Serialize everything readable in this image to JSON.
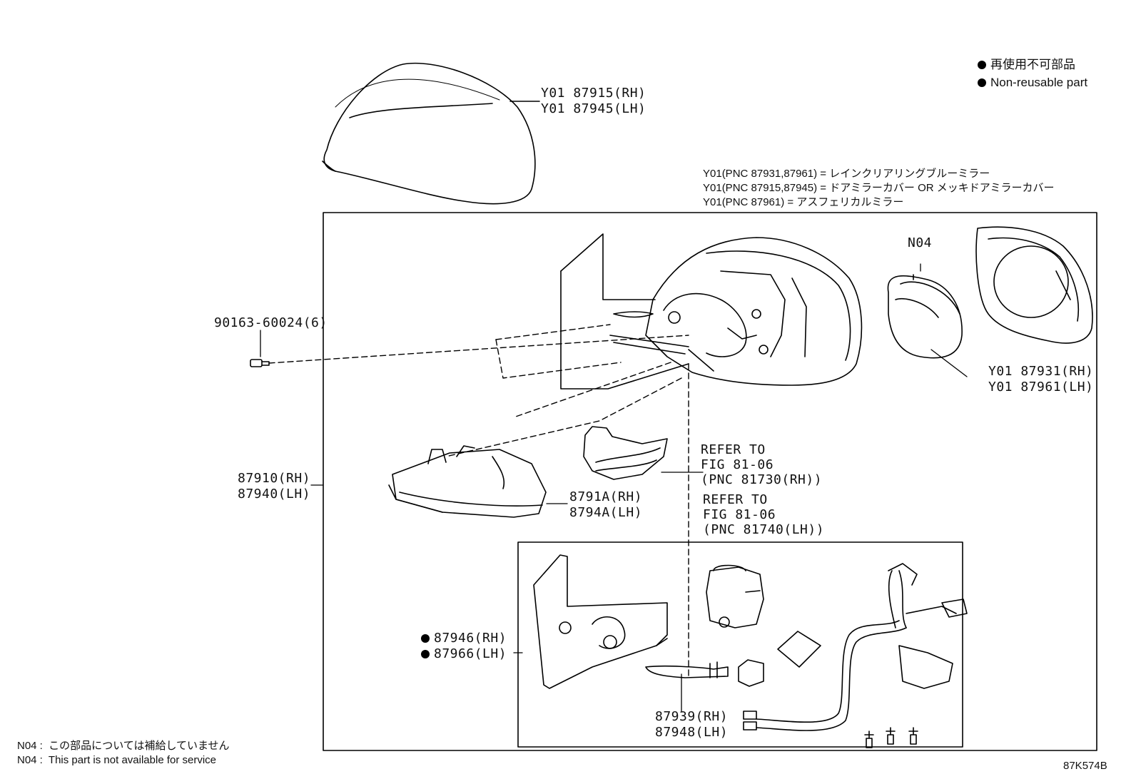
{
  "legend": {
    "jp": "再使用不可部品",
    "en": "Non-reusable part"
  },
  "variant_notes": [
    "Y01(PNC 87931,87961) = レインクリアリングブルーミラー",
    "Y01(PNC 87915,87945) = ドアミラーカバー OR メッキドアミラーカバー",
    "Y01(PNC 87961) = アスフェリカルミラー"
  ],
  "parts": {
    "cover_rh": "Y01 87915(RH)",
    "cover_lh": "Y01 87945(LH)",
    "screw": "90163-60024(6)",
    "mirror_assy_rh": "87910(RH)",
    "mirror_assy_lh": "87940(LH)",
    "lamp_rh": "8791A(RH)",
    "lamp_lh": "8794A(LH)",
    "n04": "N04",
    "glass_rh": "Y01 87931(RH)",
    "glass_lh": "Y01 87961(LH)",
    "refer1_l1": "REFER TO",
    "refer1_l2": "FIG 81-06",
    "refer1_l3": "(PNC 81730(RH))",
    "refer2_l1": "REFER TO",
    "refer2_l2": "FIG 81-06",
    "refer2_l3": "(PNC 81740(LH))",
    "gasket_rh": "87946(RH)",
    "gasket_lh": "87966(LH)",
    "lamp2_rh": "87939(RH)",
    "lamp2_lh": "87948(LH)"
  },
  "footer": {
    "n04_jp": "N04 :  この部品については補給していません",
    "n04_en": "N04 :  This part is not available for service",
    "figure_code": "87K574B"
  }
}
